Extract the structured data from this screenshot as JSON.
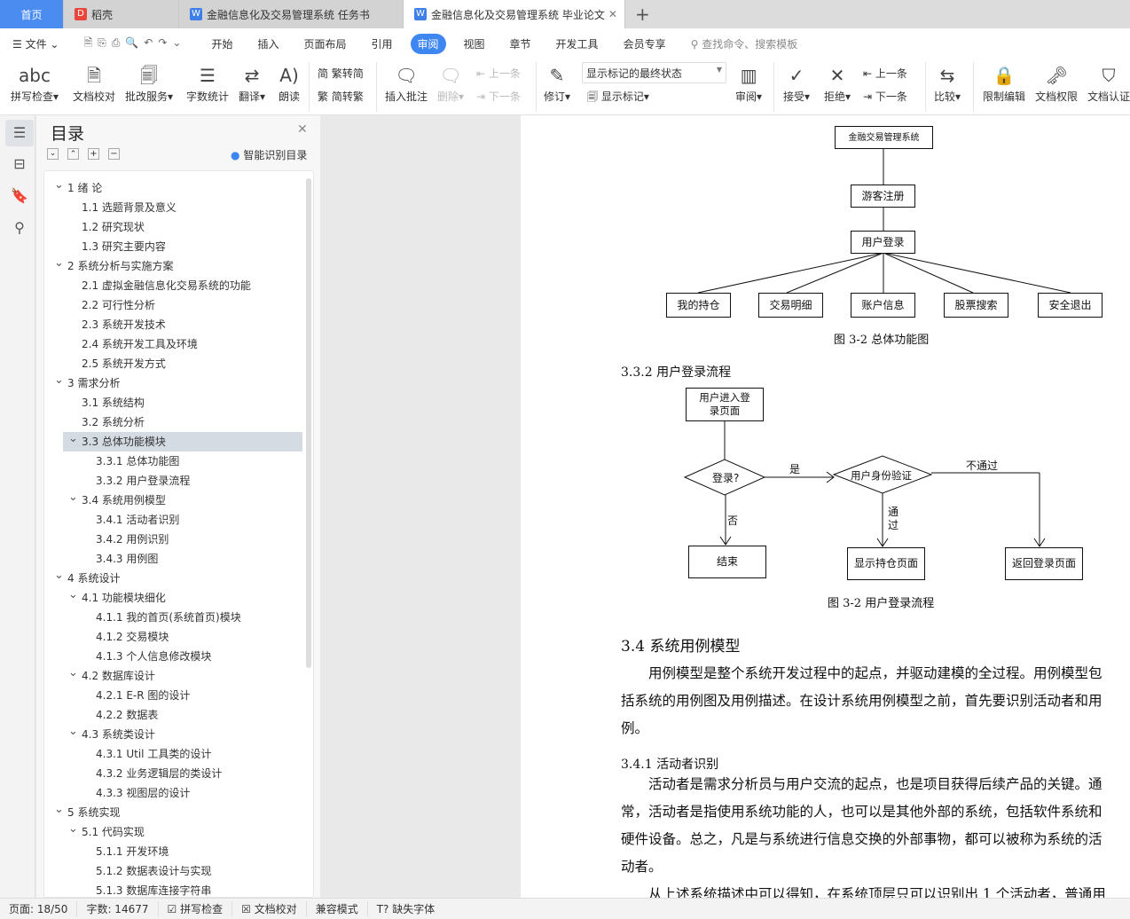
{
  "tabs": [
    {
      "label": "首页"
    },
    {
      "label": "稻壳"
    },
    {
      "label": "金融信息化及交易管理系统 任务书"
    },
    {
      "label": "金融信息化及交易管理系统 毕业论文"
    }
  ],
  "menu": {
    "file": "文件",
    "items": [
      "开始",
      "插入",
      "页面布局",
      "引用",
      "审阅",
      "视图",
      "章节",
      "开发工具",
      "会员专享"
    ],
    "search_placeholder": "查找命令、搜索模板"
  },
  "ribbon": {
    "spell": "拼写检查",
    "proof": "文档校对",
    "correct": "批改服务",
    "wordcount": "字数统计",
    "translate": "翻译",
    "read": "朗读",
    "t2s": "繁转简",
    "s2t": "简转繁",
    "insert_comment": "插入批注",
    "delete": "删除",
    "prev_comment": "上一条",
    "next_comment": "下一条",
    "revise": "修订",
    "markup_state": "显示标记的最终状态",
    "show_markup": "显示标记",
    "review": "审阅",
    "accept": "接受",
    "reject": "拒绝",
    "prev": "上一条",
    "next": "下一条",
    "compare": "比较",
    "restrict": "限制编辑",
    "permission": "文档权限",
    "certify": "文档认证"
  },
  "toc": {
    "title": "目录",
    "smart": "智能识别目录",
    "items": [
      {
        "t": "1  绪  论",
        "l": 1
      },
      {
        "t": "1.1  选题背景及意义",
        "l": 2
      },
      {
        "t": "1.2  研究现状",
        "l": 2
      },
      {
        "t": "1.3  研究主要内容",
        "l": 2
      },
      {
        "t": "2  系统分析与实施方案",
        "l": 1
      },
      {
        "t": "2.1  虚拟金融信息化交易系统的功能",
        "l": 2
      },
      {
        "t": "2.2  可行性分析",
        "l": 2
      },
      {
        "t": "2.3  系统开发技术",
        "l": 2
      },
      {
        "t": "2.4  系统开发工具及环境",
        "l": 2
      },
      {
        "t": "2.5  系统开发方式",
        "l": 2
      },
      {
        "t": "3  需求分析",
        "l": 1
      },
      {
        "t": "3.1  系统结构",
        "l": 2
      },
      {
        "t": "3.2  系统分析",
        "l": 2
      },
      {
        "t": "3.3  总体功能模块",
        "l": 2,
        "c": 1,
        "sel": 1
      },
      {
        "t": "3.3.1  总体功能图",
        "l": 3
      },
      {
        "t": "3.3.2  用户登录流程",
        "l": 3
      },
      {
        "t": "3.4  系统用例模型",
        "l": 2,
        "c": 1
      },
      {
        "t": "3.4.1  活动者识别",
        "l": 3
      },
      {
        "t": "3.4.2  用例识别",
        "l": 3
      },
      {
        "t": "3.4.3  用例图",
        "l": 3
      },
      {
        "t": "4  系统设计",
        "l": 1
      },
      {
        "t": "4.1  功能模块细化",
        "l": 2,
        "c": 1
      },
      {
        "t": "4.1.1  我的首页(系统首页)模块",
        "l": 3
      },
      {
        "t": "4.1.2  交易模块",
        "l": 3
      },
      {
        "t": "4.1.3  个人信息修改模块",
        "l": 3
      },
      {
        "t": "4.2  数据库设计",
        "l": 2,
        "c": 1
      },
      {
        "t": "4.2.1  E-R 图的设计",
        "l": 3
      },
      {
        "t": "4.2.2  数据表",
        "l": 3
      },
      {
        "t": "4.3  系统类设计",
        "l": 2,
        "c": 1
      },
      {
        "t": "4.3.1  Util 工具类的设计",
        "l": 3
      },
      {
        "t": "4.3.2  业务逻辑层的类设计",
        "l": 3
      },
      {
        "t": "4.3.3  视图层的设计",
        "l": 3
      },
      {
        "t": "5  系统实现",
        "l": 1
      },
      {
        "t": "5.1  代码实现",
        "l": 2,
        "c": 1
      },
      {
        "t": "5.1.1  开发环境",
        "l": 3
      },
      {
        "t": "5.1.2  数据表设计与实现",
        "l": 3
      },
      {
        "t": "5.1.3  数据库连接字符串",
        "l": 3
      }
    ]
  },
  "doc": {
    "fig1": {
      "root": "金融交易管理系统",
      "reg": "游客注册",
      "login": "用户登录",
      "children": [
        "我的持仓",
        "交易明细",
        "账户信息",
        "股票搜索",
        "安全退出"
      ],
      "caption": "图 3-2  总体功能图"
    },
    "h332": "3.3.2  用户登录流程",
    "fig2": {
      "enter": "用户进入登录页面",
      "decide": "登录?",
      "yes": "是",
      "no": "否",
      "verify": "用户身份验证",
      "fail": "不通过",
      "pass": "通过",
      "end": "结束",
      "show": "显示持仓页面",
      "back": "返回登录页面",
      "caption": "图 3-2  用户登录流程"
    },
    "h34": "3.4  系统用例模型",
    "p1": [
      "　　用例模型是整个系统开发过程中的起点，并驱动建模的全过程。用例模型包",
      "括系统的用例图及用例描述。在设计系统用例模型之前，首先要识别活动者和用",
      "例。"
    ],
    "h341": "3.4.1  活动者识别",
    "p2": [
      "　　活动者是需求分析员与用户交流的起点，也是项目获得后续产品的关键。通",
      "常，活动者是指使用系统功能的人，也可以是其他外部的系统，包括软件系统和",
      "硬件设备。总之，凡是与系统进行信息交换的外部事物，都可以被称为系统的活",
      "动者。",
      "　　从上述系统描述中可以得知，在系统顶层只可以识别出 1 个活动者，普通用"
    ]
  },
  "status": {
    "page": "页面: 18/50",
    "words": "字数: 14677",
    "spell": "拼写检查",
    "proof": "文档校对",
    "compat": "兼容模式",
    "font": "缺失字体"
  }
}
